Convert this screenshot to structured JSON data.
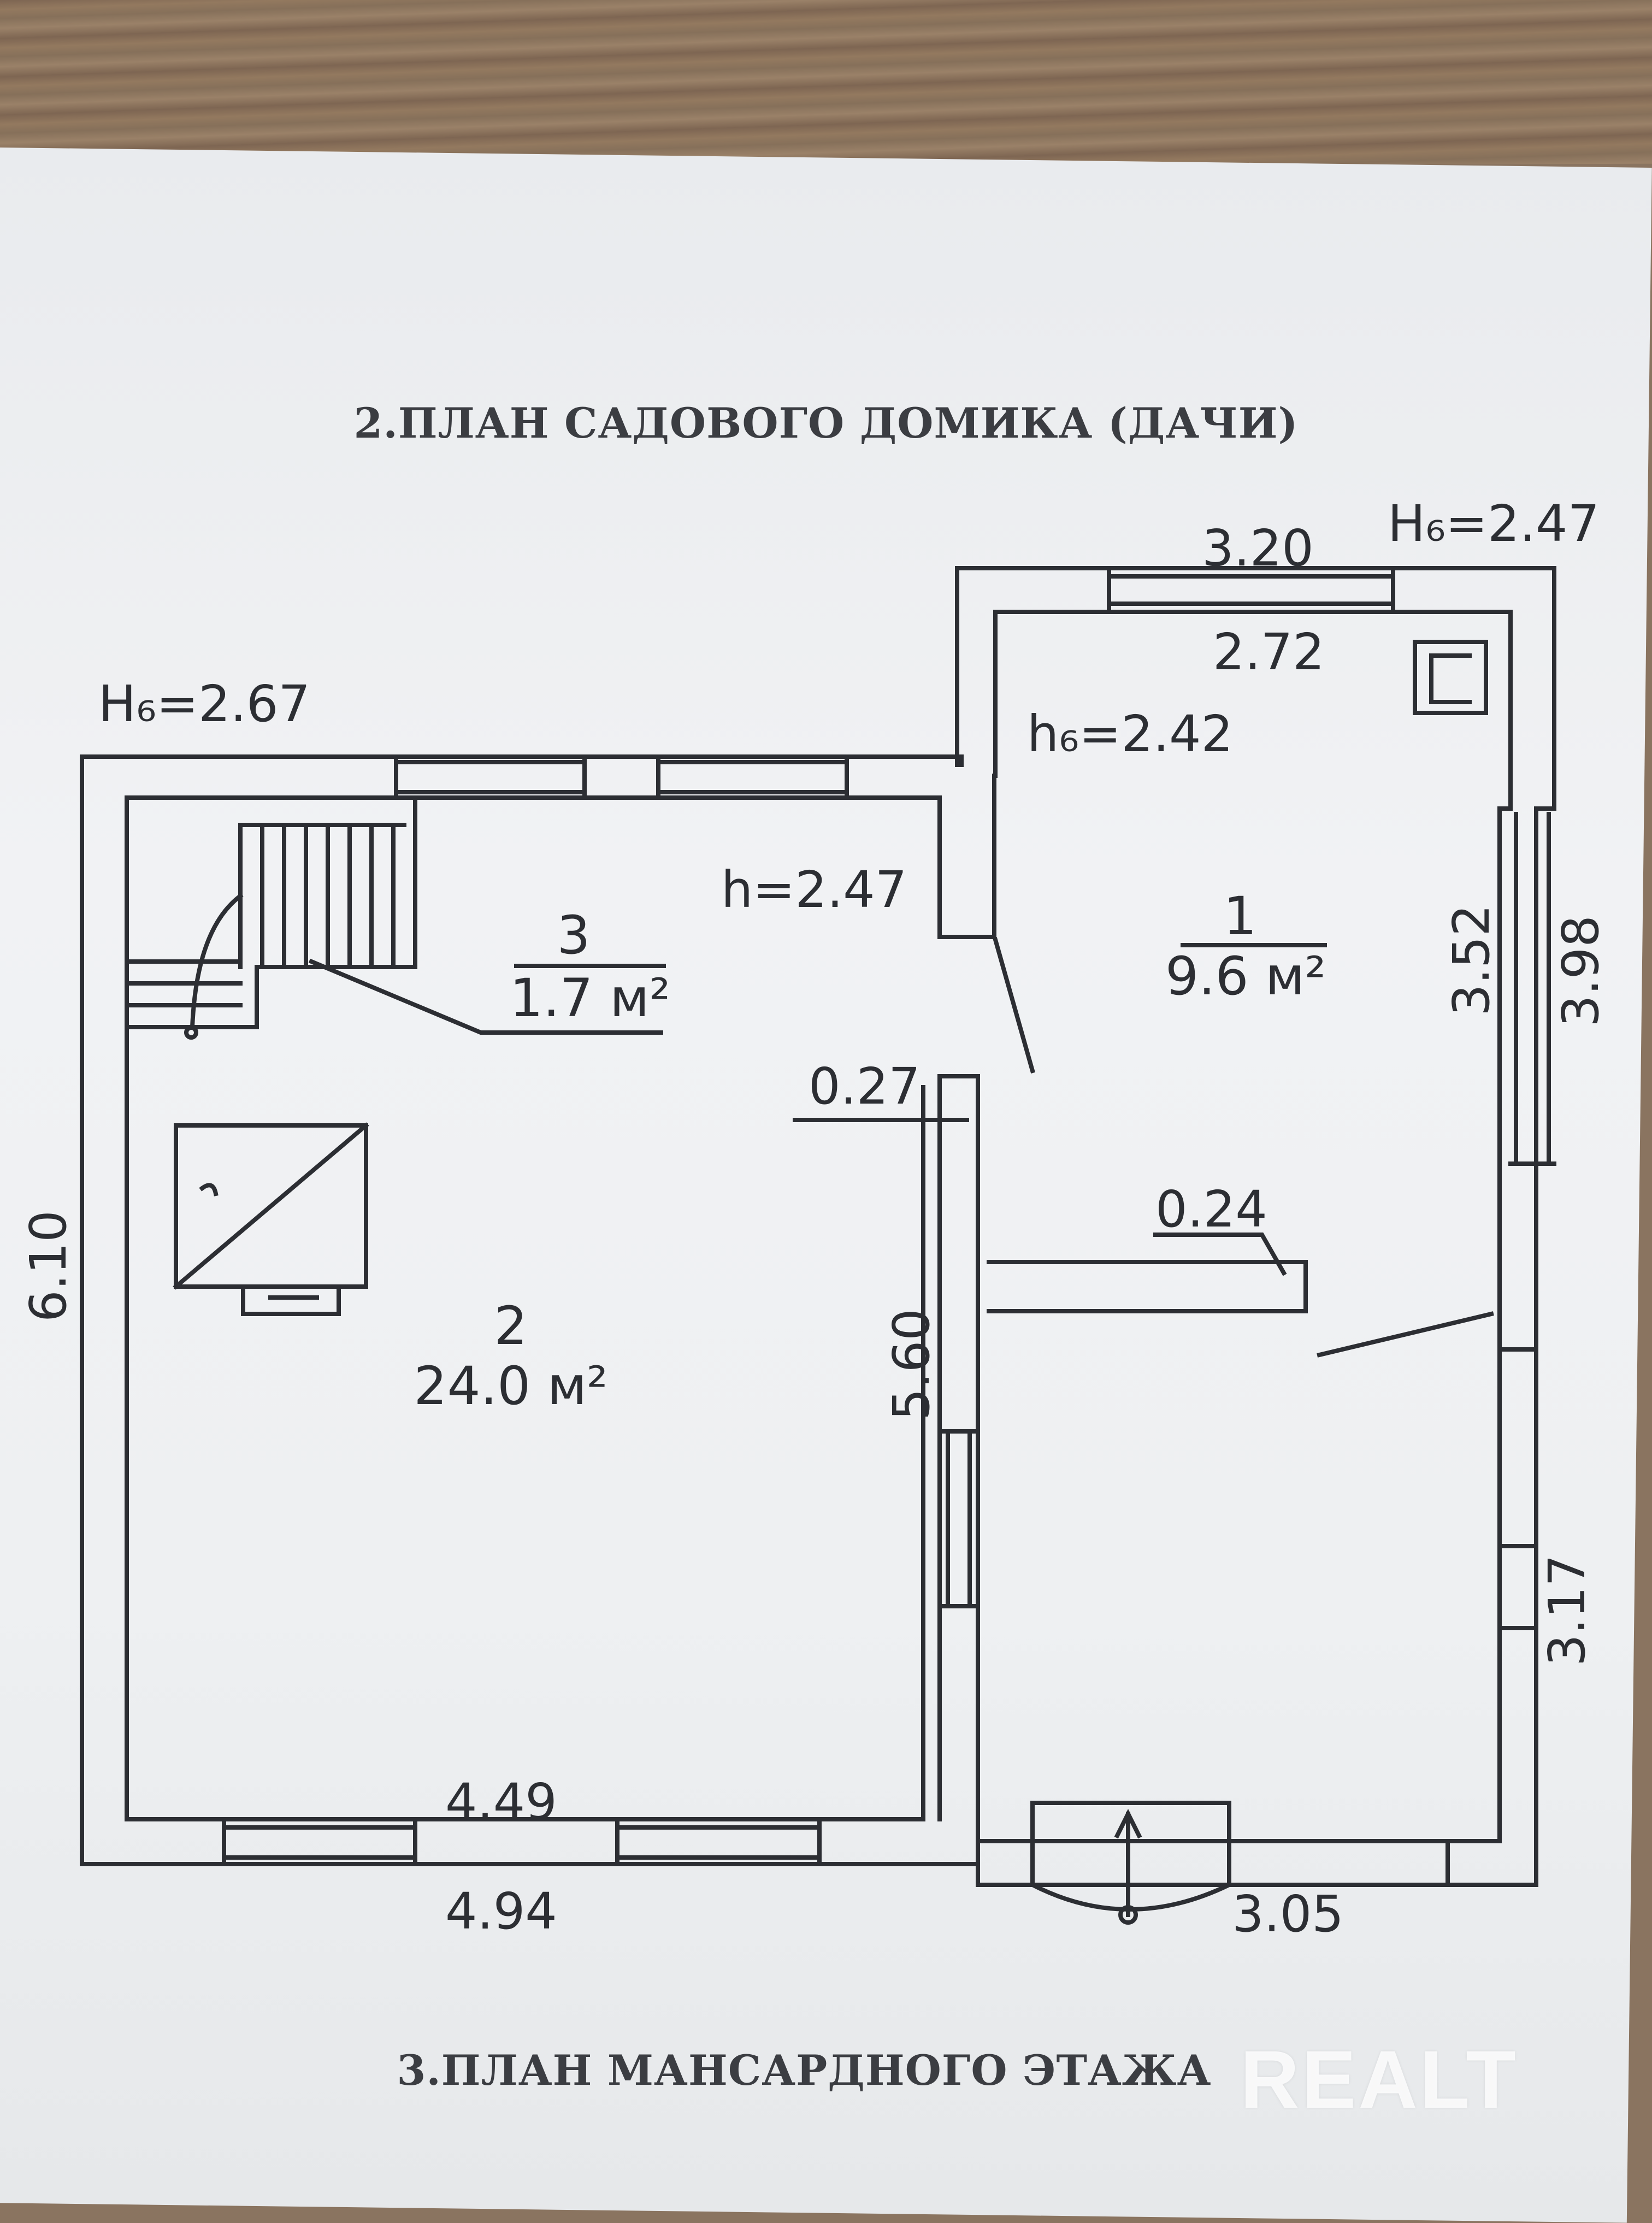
{
  "titles": {
    "top": "2.ПЛАН САДОВОГО ДОМИКА (ДАЧИ)",
    "bottom": "3.ПЛАН МАНСАРДНОГО ЭТАЖА"
  },
  "heights": {
    "left_block": "H₆=2.67",
    "right_block": "H₆=2.47",
    "room1_ceiling": "h₆=2.42",
    "room2_ceiling": "h=2.47"
  },
  "rooms": [
    {
      "number": "1",
      "area": "9.6 м²"
    },
    {
      "number": "2",
      "area": "24.0 м²"
    },
    {
      "number": "3",
      "area": "1.7 м²"
    }
  ],
  "dimensions": {
    "top_outer": "3.20",
    "top_inner": "2.72",
    "left_height": "6.10",
    "right_upper_inner": "3.52",
    "right_upper_outer": "3.98",
    "right_lower": "3.17",
    "middle_wall": "5.60",
    "wall_thickness_a": "0.27",
    "wall_thickness_b": "0.24",
    "bottom_inner": "4.49",
    "bottom_outer": "4.94",
    "bottom_right": "3.05"
  },
  "watermark": "REALT"
}
